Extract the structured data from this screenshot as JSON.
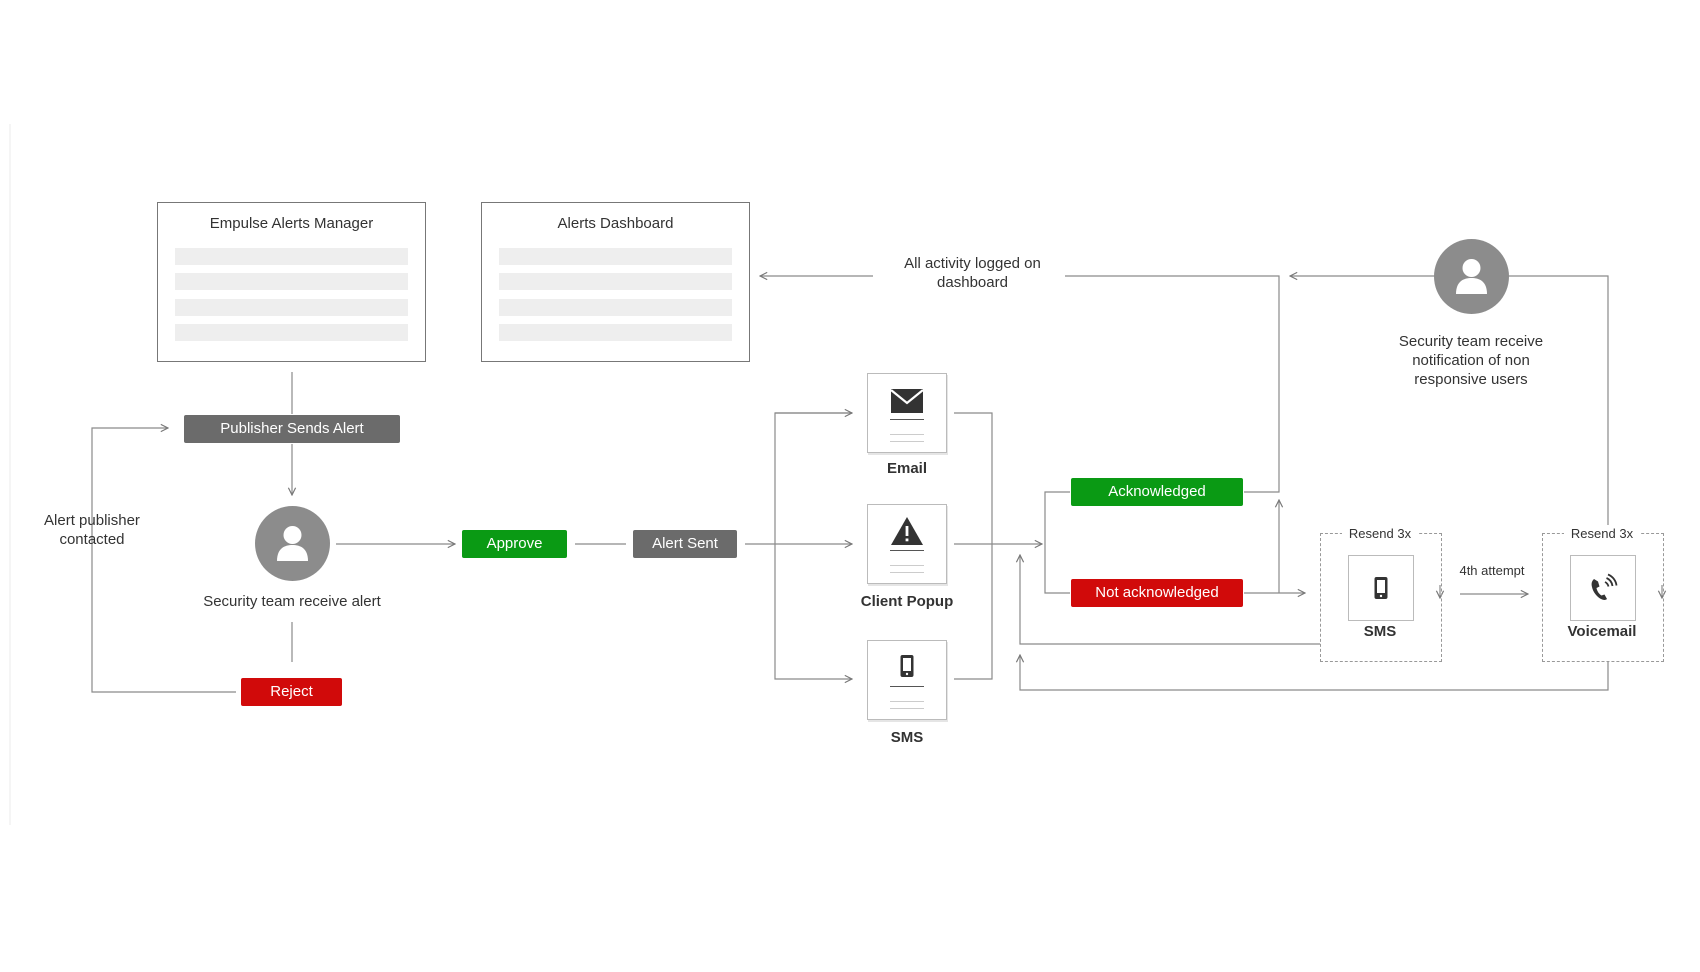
{
  "colors": {
    "green": "#0a9a14",
    "red": "#d10a0a",
    "dark": "#6b6b6b",
    "line": "#777777",
    "avatar": "#8c8c8c"
  },
  "panels": {
    "manager_title": "Empulse Alerts Manager",
    "dashboard_title": "Alerts Dashboard"
  },
  "labels": {
    "activity_logged": "All activity logged on dashboard",
    "security_notification": "Security team receive notification of non responsive users",
    "alert_publisher_contacted": "Alert publisher contacted",
    "security_receive_alert": "Security team receive alert",
    "fourth_attempt": "4th attempt"
  },
  "buttons": {
    "publisher_sends_alert": "Publisher Sends Alert",
    "approve": "Approve",
    "alert_sent": "Alert Sent",
    "reject": "Reject",
    "acknowledged": "Acknowledged",
    "not_acknowledged": "Not acknowledged"
  },
  "channels": {
    "email": "Email",
    "client_popup": "Client Popup",
    "sms": "SMS"
  },
  "resend": {
    "sms_label": "Resend 3x",
    "sms_title": "SMS",
    "voicemail_label": "Resend 3x",
    "voicemail_title": "Voicemail"
  },
  "icons": {
    "person": "person-icon",
    "envelope": "envelope-icon",
    "warning": "warning-icon",
    "phone": "mobile-phone-icon",
    "voicemail": "phone-ringing-icon"
  }
}
